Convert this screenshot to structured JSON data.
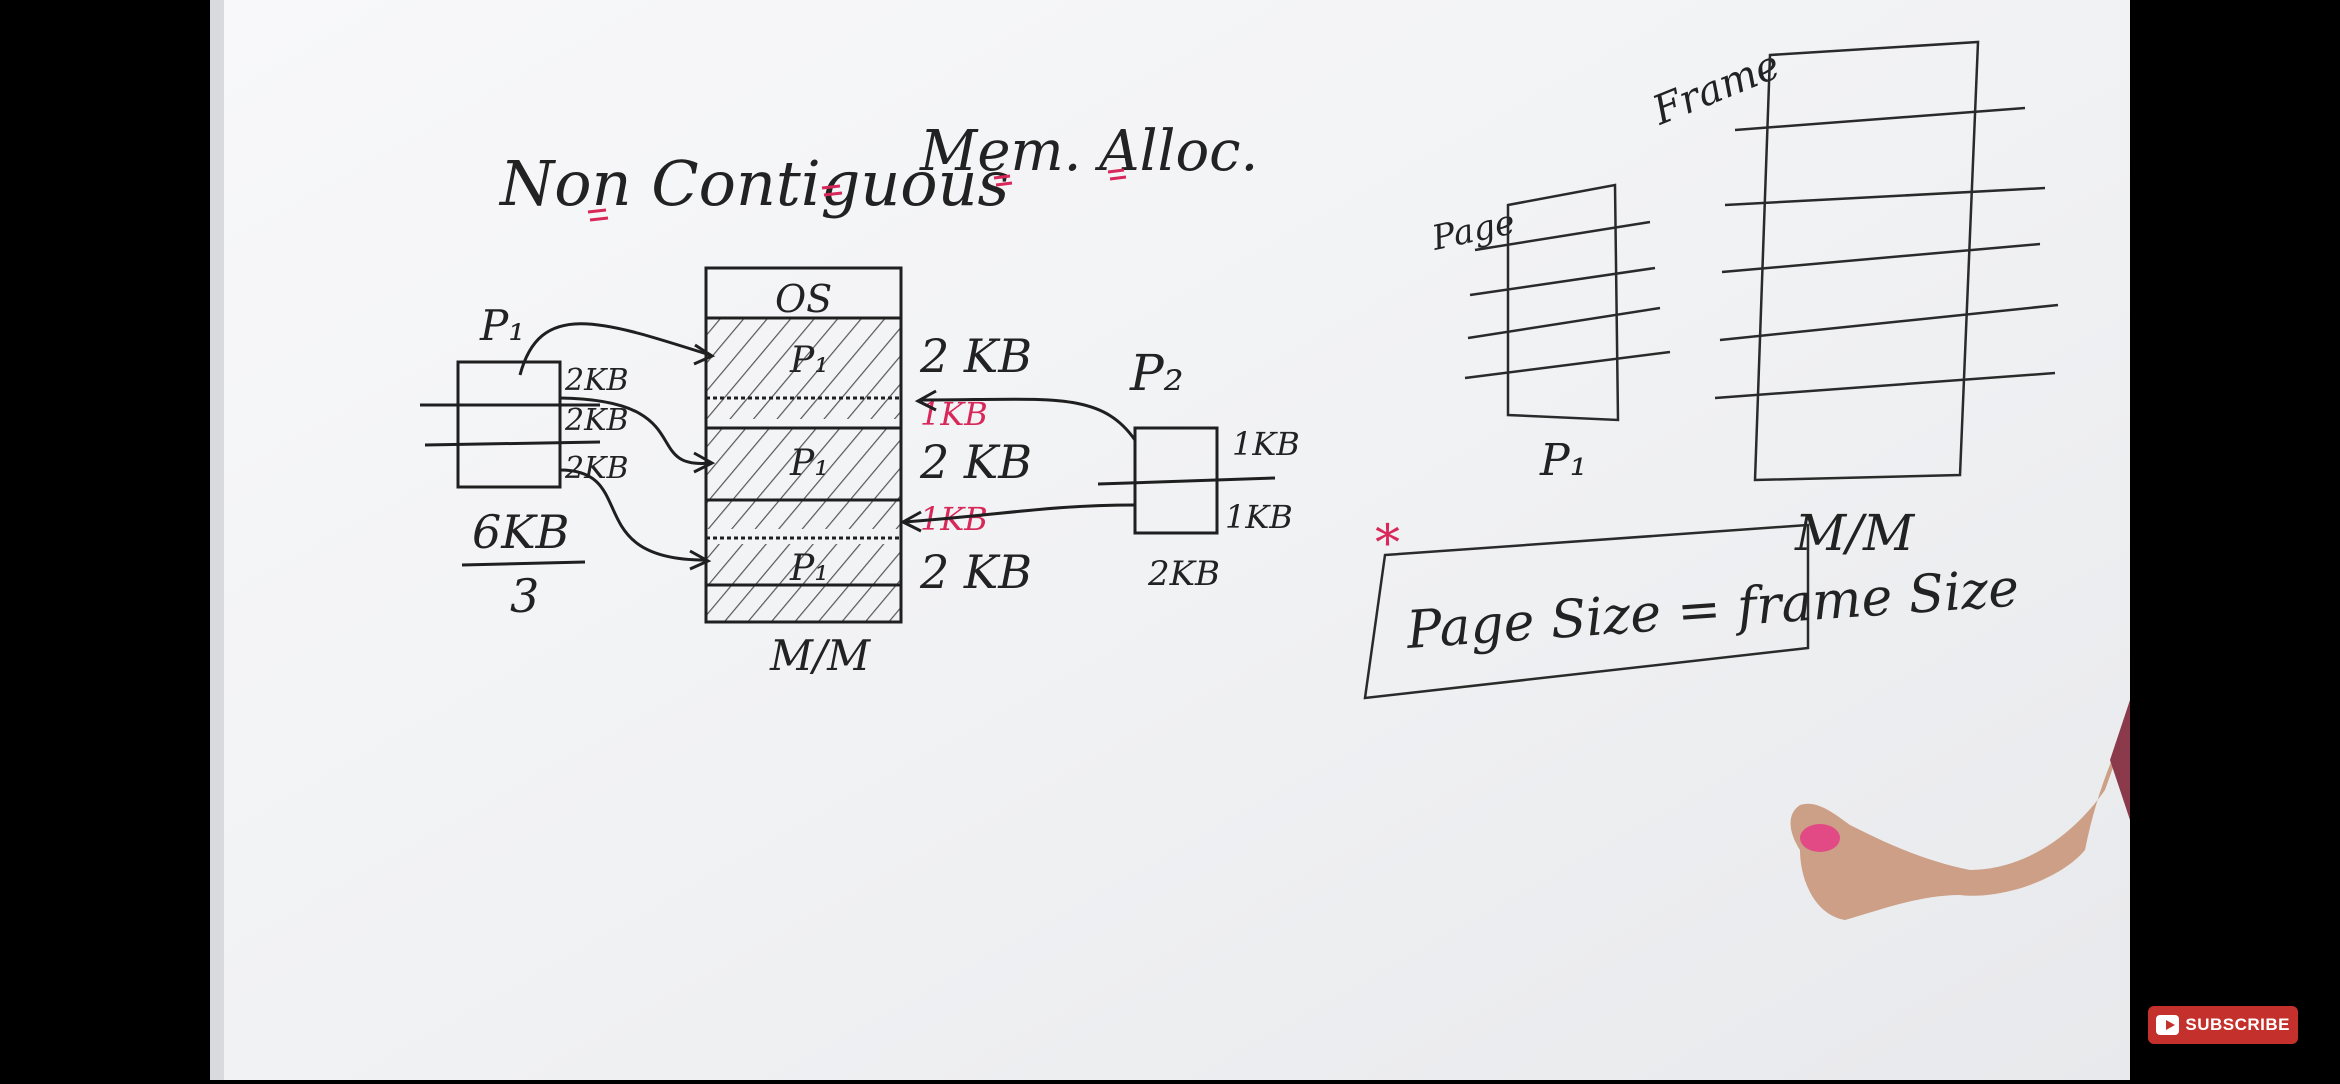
{
  "board": {
    "title_a": "Non Contiguous",
    "title_b": "Mem. Alloc.",
    "left": {
      "p1": "P₁",
      "p1_parts": [
        "2KB",
        "2KB",
        "2KB"
      ],
      "p1_total": "6KB",
      "p1_div": "3",
      "os": "OS",
      "mem_sizes": [
        "2 KB",
        "1KB",
        "2 KB",
        "1KB",
        "2 KB"
      ],
      "mem_p": [
        "P₁",
        "P₁",
        "P₁"
      ],
      "mm": "M/M",
      "p2": "P₂",
      "p2_parts": [
        "1KB",
        "1KB"
      ],
      "p2_total": "2KB"
    },
    "right": {
      "frame": "Frame",
      "page": "Page",
      "p1": "P₁",
      "mm": "M/M",
      "star": "*",
      "formula": "Page Size = frame Size"
    }
  },
  "subscribe": {
    "label": "SUBSCRIBE"
  },
  "colors": {
    "marker_black": "#1f1f1f",
    "marker_red": "#d8285a",
    "board": "#f2f3f5"
  }
}
